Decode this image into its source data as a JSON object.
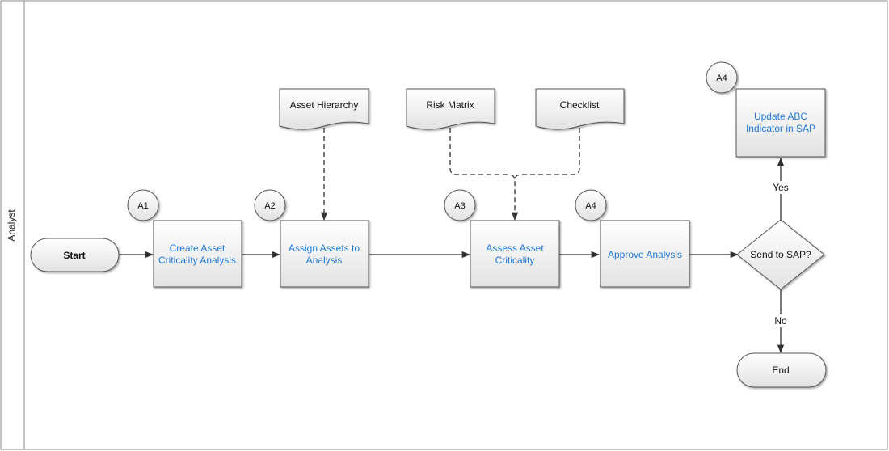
{
  "lane": {
    "label": "Analyst"
  },
  "start": {
    "label": "Start"
  },
  "end": {
    "label": "End"
  },
  "steps": {
    "a1": {
      "badge": "A1",
      "line1": "Create Asset",
      "line2": "Criticality Analysis"
    },
    "a2": {
      "badge": "A2",
      "line1": "Assign Assets to",
      "line2": "Analysis"
    },
    "a3": {
      "badge": "A3",
      "line1": "Assess Asset",
      "line2": "Criticality"
    },
    "a4": {
      "badge": "A4",
      "line1": "Approve Analysis"
    },
    "a4_update": {
      "badge": "A4",
      "line1": "Update ABC",
      "line2": "Indicator in SAP"
    }
  },
  "documents": {
    "asset_hierarchy": "Asset Hierarchy",
    "risk_matrix": "Risk Matrix",
    "checklist": "Checklist"
  },
  "decision": {
    "label": "Send to SAP?",
    "yes": "Yes",
    "no": "No"
  },
  "colors": {
    "link_text": "#1f7ad6",
    "border": "#555555",
    "box_fill_top": "#ffffff",
    "box_fill_bottom": "#e4e4e4"
  }
}
